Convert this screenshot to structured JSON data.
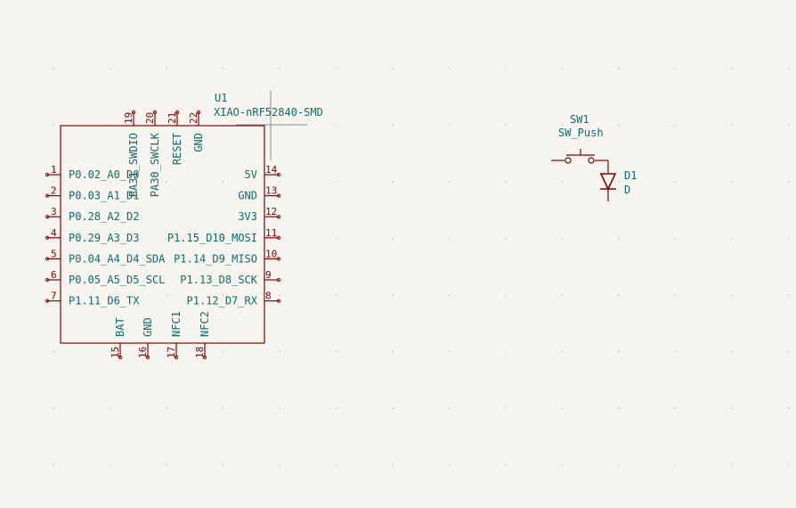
{
  "colors": {
    "background": "#f5f4ef",
    "symbol_body": "#8b0000",
    "pin_text": "#0f6c6c",
    "pin_number": "#8b0000",
    "cursor": "#8c8c8c"
  },
  "u1": {
    "ref": "U1",
    "value": "XIAO-nRF52840-SMD",
    "pins_left": [
      {
        "num": "1",
        "name": "P0.02_A0_D0"
      },
      {
        "num": "2",
        "name": "P0.03_A1_D1"
      },
      {
        "num": "3",
        "name": "P0.28_A2_D2"
      },
      {
        "num": "4",
        "name": "P0.29_A3_D3"
      },
      {
        "num": "5",
        "name": "P0.04_A4_D4_SDA"
      },
      {
        "num": "6",
        "name": "P0.05_A5_D5_SCL"
      },
      {
        "num": "7",
        "name": "P1.11_D6_TX"
      }
    ],
    "pins_right": [
      {
        "num": "14",
        "name": "5V"
      },
      {
        "num": "13",
        "name": "GND"
      },
      {
        "num": "12",
        "name": "3V3"
      },
      {
        "num": "11",
        "name": "P1.15_D10_MOSI"
      },
      {
        "num": "10",
        "name": "P1.14_D9_MISO"
      },
      {
        "num": "9",
        "name": "P1.13_D8_SCK"
      },
      {
        "num": "8",
        "name": "P1.12_D7_RX"
      }
    ],
    "pins_top": [
      {
        "num": "19",
        "name": "PA31_SWDIO"
      },
      {
        "num": "20",
        "name": "PA30_SWCLK"
      },
      {
        "num": "21",
        "name": "RESET"
      },
      {
        "num": "22",
        "name": "GND"
      }
    ],
    "pins_bottom": [
      {
        "num": "15",
        "name": "BAT"
      },
      {
        "num": "16",
        "name": "GND"
      },
      {
        "num": "17",
        "name": "NFC1"
      },
      {
        "num": "18",
        "name": "NFC2"
      }
    ]
  },
  "sw1": {
    "ref": "SW1",
    "value": "SW_Push"
  },
  "d1": {
    "ref": "D1",
    "value": "D"
  }
}
